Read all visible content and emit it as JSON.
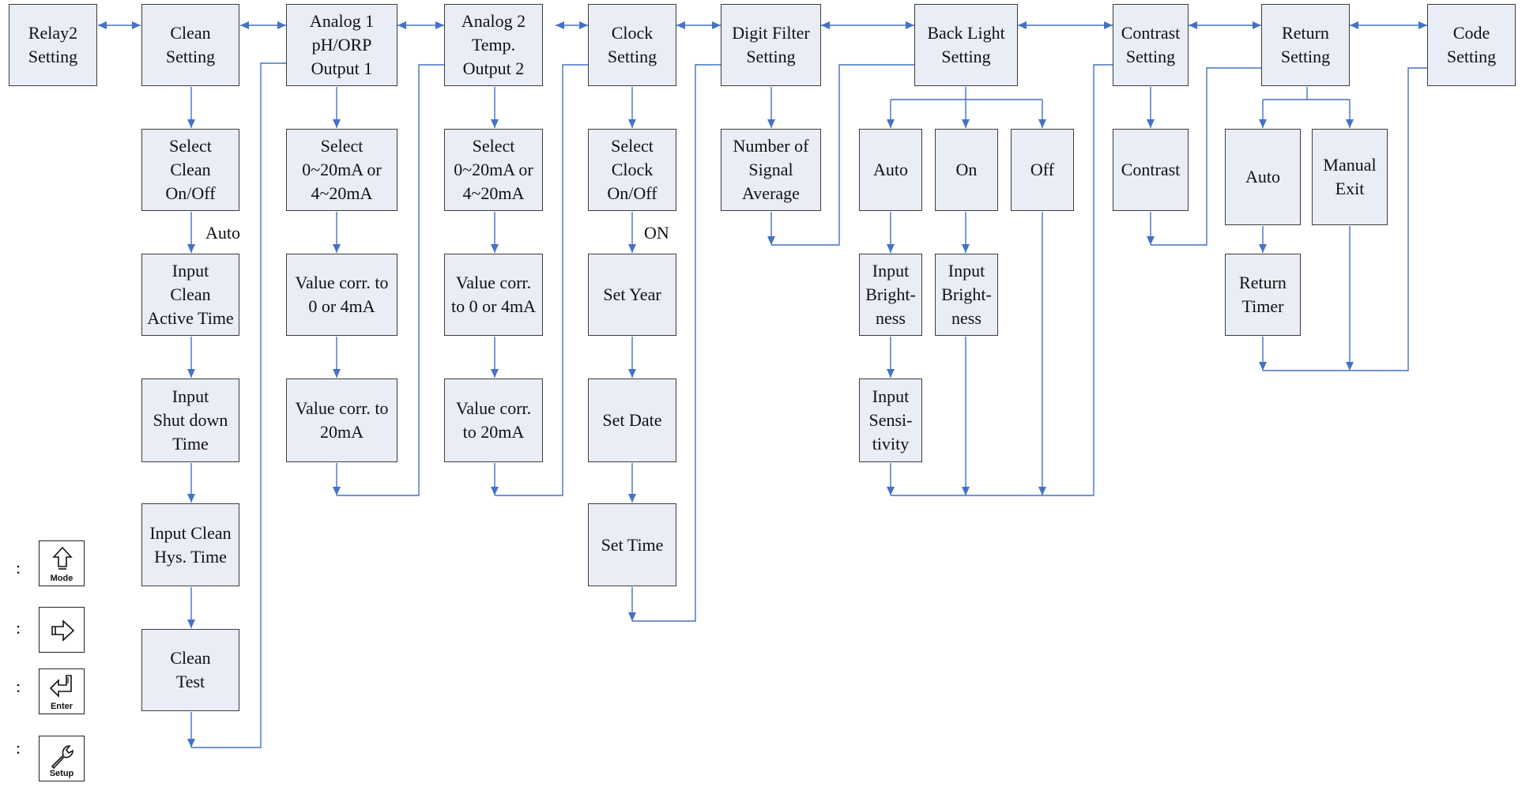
{
  "colors": {
    "line": "#4472c4",
    "box_fill": "#e8edf6",
    "box_border": "#3c3c3c"
  },
  "top": {
    "relay2": "Relay2\nSetting",
    "clean": "Clean\nSetting",
    "analog1": "Analog 1\npH/ORP\nOutput 1",
    "analog2": "Analog 2\nTemp.\nOutput 2",
    "clock": "Clock\nSetting",
    "digit": "Digit Filter\nSetting",
    "backlight": "Back Light\nSetting",
    "contrast": "Contrast\nSetting",
    "return": "Return\nSetting",
    "code": "Code\nSetting"
  },
  "clean": {
    "select": "Select\nClean\nOn/Off",
    "auto_label": "Auto",
    "active": "Input\nClean\nActive Time",
    "shutdown": "Input\nShut down\nTime",
    "hys": "Input Clean\nHys. Time",
    "test": "Clean\nTest"
  },
  "analog1": {
    "select": "Select\n0~20mA or\n4~20mA",
    "v0": "Value corr. to\n0 or 4mA",
    "v20": "Value corr. to\n20mA"
  },
  "analog2": {
    "select": "Select\n0~20mA or\n4~20mA",
    "v0": "Value corr.\nto 0 or 4mA",
    "v20": "Value corr.\nto 20mA"
  },
  "clock": {
    "select": "Select\nClock\nOn/Off",
    "on_label": "ON",
    "year": "Set Year",
    "date": "Set Date",
    "time": "Set Time"
  },
  "digit": {
    "avg": "Number of\nSignal\nAverage"
  },
  "backlight": {
    "auto": "Auto",
    "on": "On",
    "off": "Off",
    "bright_auto": "Input\nBright-\nness",
    "bright_on": "Input\nBright-\nness",
    "sens": "Input\nSensi-\ntivity"
  },
  "contrast": {
    "contrast": "Contrast"
  },
  "return_setting": {
    "auto": "Auto",
    "manual": "Manual\nExit",
    "timer": "Return\nTimer"
  },
  "legend": {
    "colon": ":",
    "mode": "Mode",
    "enter": "Enter",
    "setup": "Setup",
    "mode_icon": "up-arrow-icon",
    "right_icon": "right-arrow-icon",
    "enter_icon": "enter-return-icon",
    "setup_icon": "wrench-icon"
  }
}
